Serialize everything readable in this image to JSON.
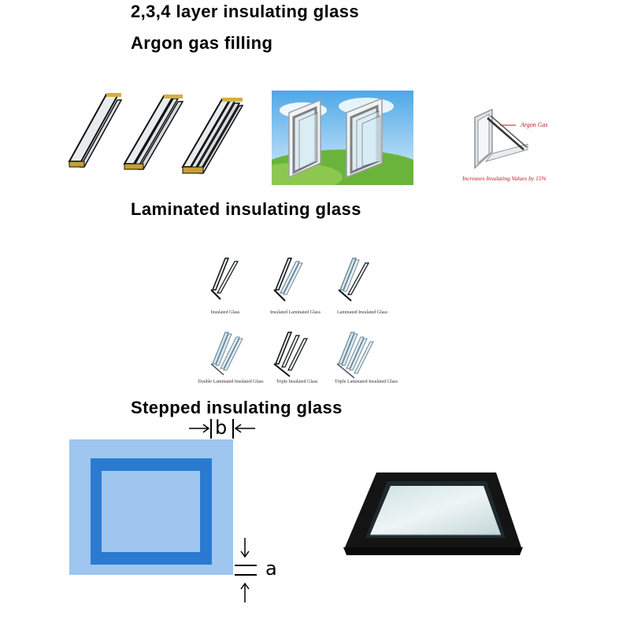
{
  "headings": {
    "layers": "2,3,4  layer insulating glass",
    "argon": "Argon gas filling",
    "laminated": "Laminated insulating glass",
    "stepped": "Stepped insulating glass"
  },
  "argon_callout": {
    "gas_label": "Argon Gas",
    "note": "Increases Insulating Values by 15%"
  },
  "laminated_types": [
    "Insulated Glass",
    "Insulated Laminated Glass",
    "Laminated Insulated Glass",
    "Double Laminated Insulated Glass",
    "Triple Insulated Glass",
    "Triple Laminated Insulated Glass"
  ],
  "stepped_diagram": {
    "dim_b": "b",
    "dim_a": "a",
    "colors": {
      "outer": "#9ec6ef",
      "frame": "#2a7bd0",
      "inner": "#9ec6ef"
    }
  }
}
